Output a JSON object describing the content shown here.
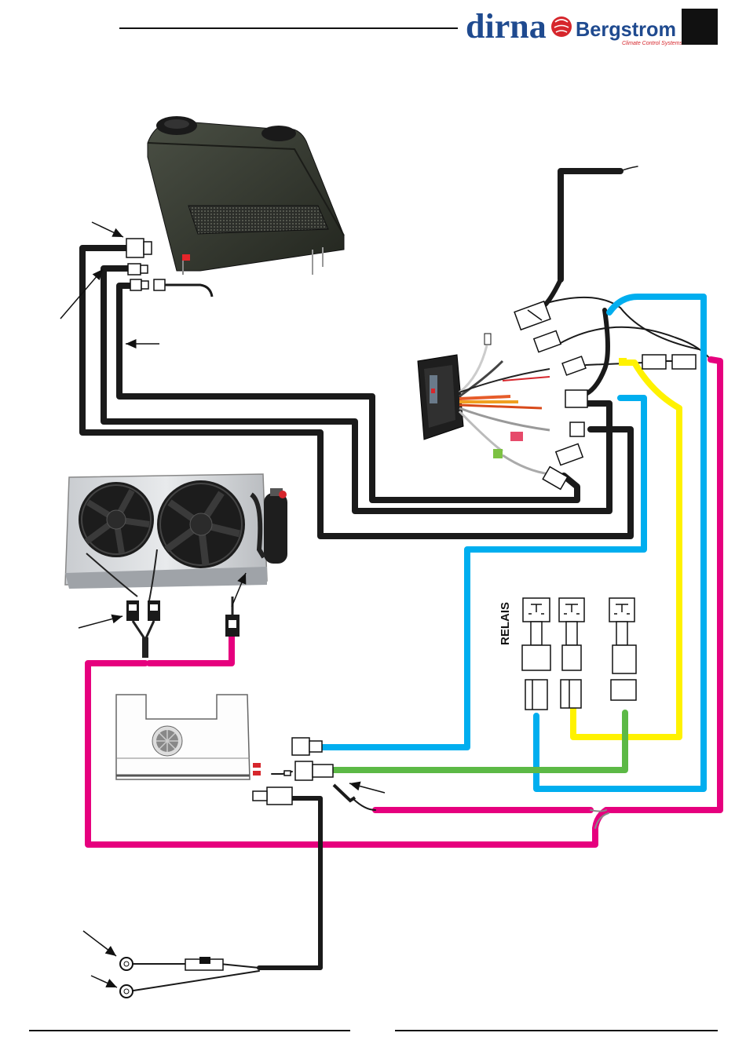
{
  "header": {
    "brand_primary": "dirna",
    "brand_secondary": "Bergstrom",
    "tagline": "Climate Control Systems"
  },
  "relay_label": "RELAIS",
  "colors": {
    "wire_black": "#1a1a1a",
    "wire_blue": "#00aeef",
    "wire_yellow": "#fff200",
    "wire_green": "#5cb946",
    "wire_magenta": "#e6007e",
    "brand_blue": "#1f4a8f",
    "brand_red": "#d6262c"
  },
  "components": [
    {
      "name": "evaporator-unit"
    },
    {
      "name": "condenser-with-fans"
    },
    {
      "name": "compressor-unit"
    },
    {
      "name": "control-panel"
    },
    {
      "name": "relay-1"
    },
    {
      "name": "relay-2"
    },
    {
      "name": "relay-3"
    },
    {
      "name": "battery-terminal-positive"
    },
    {
      "name": "battery-terminal-negative"
    },
    {
      "name": "inline-fuse"
    }
  ]
}
